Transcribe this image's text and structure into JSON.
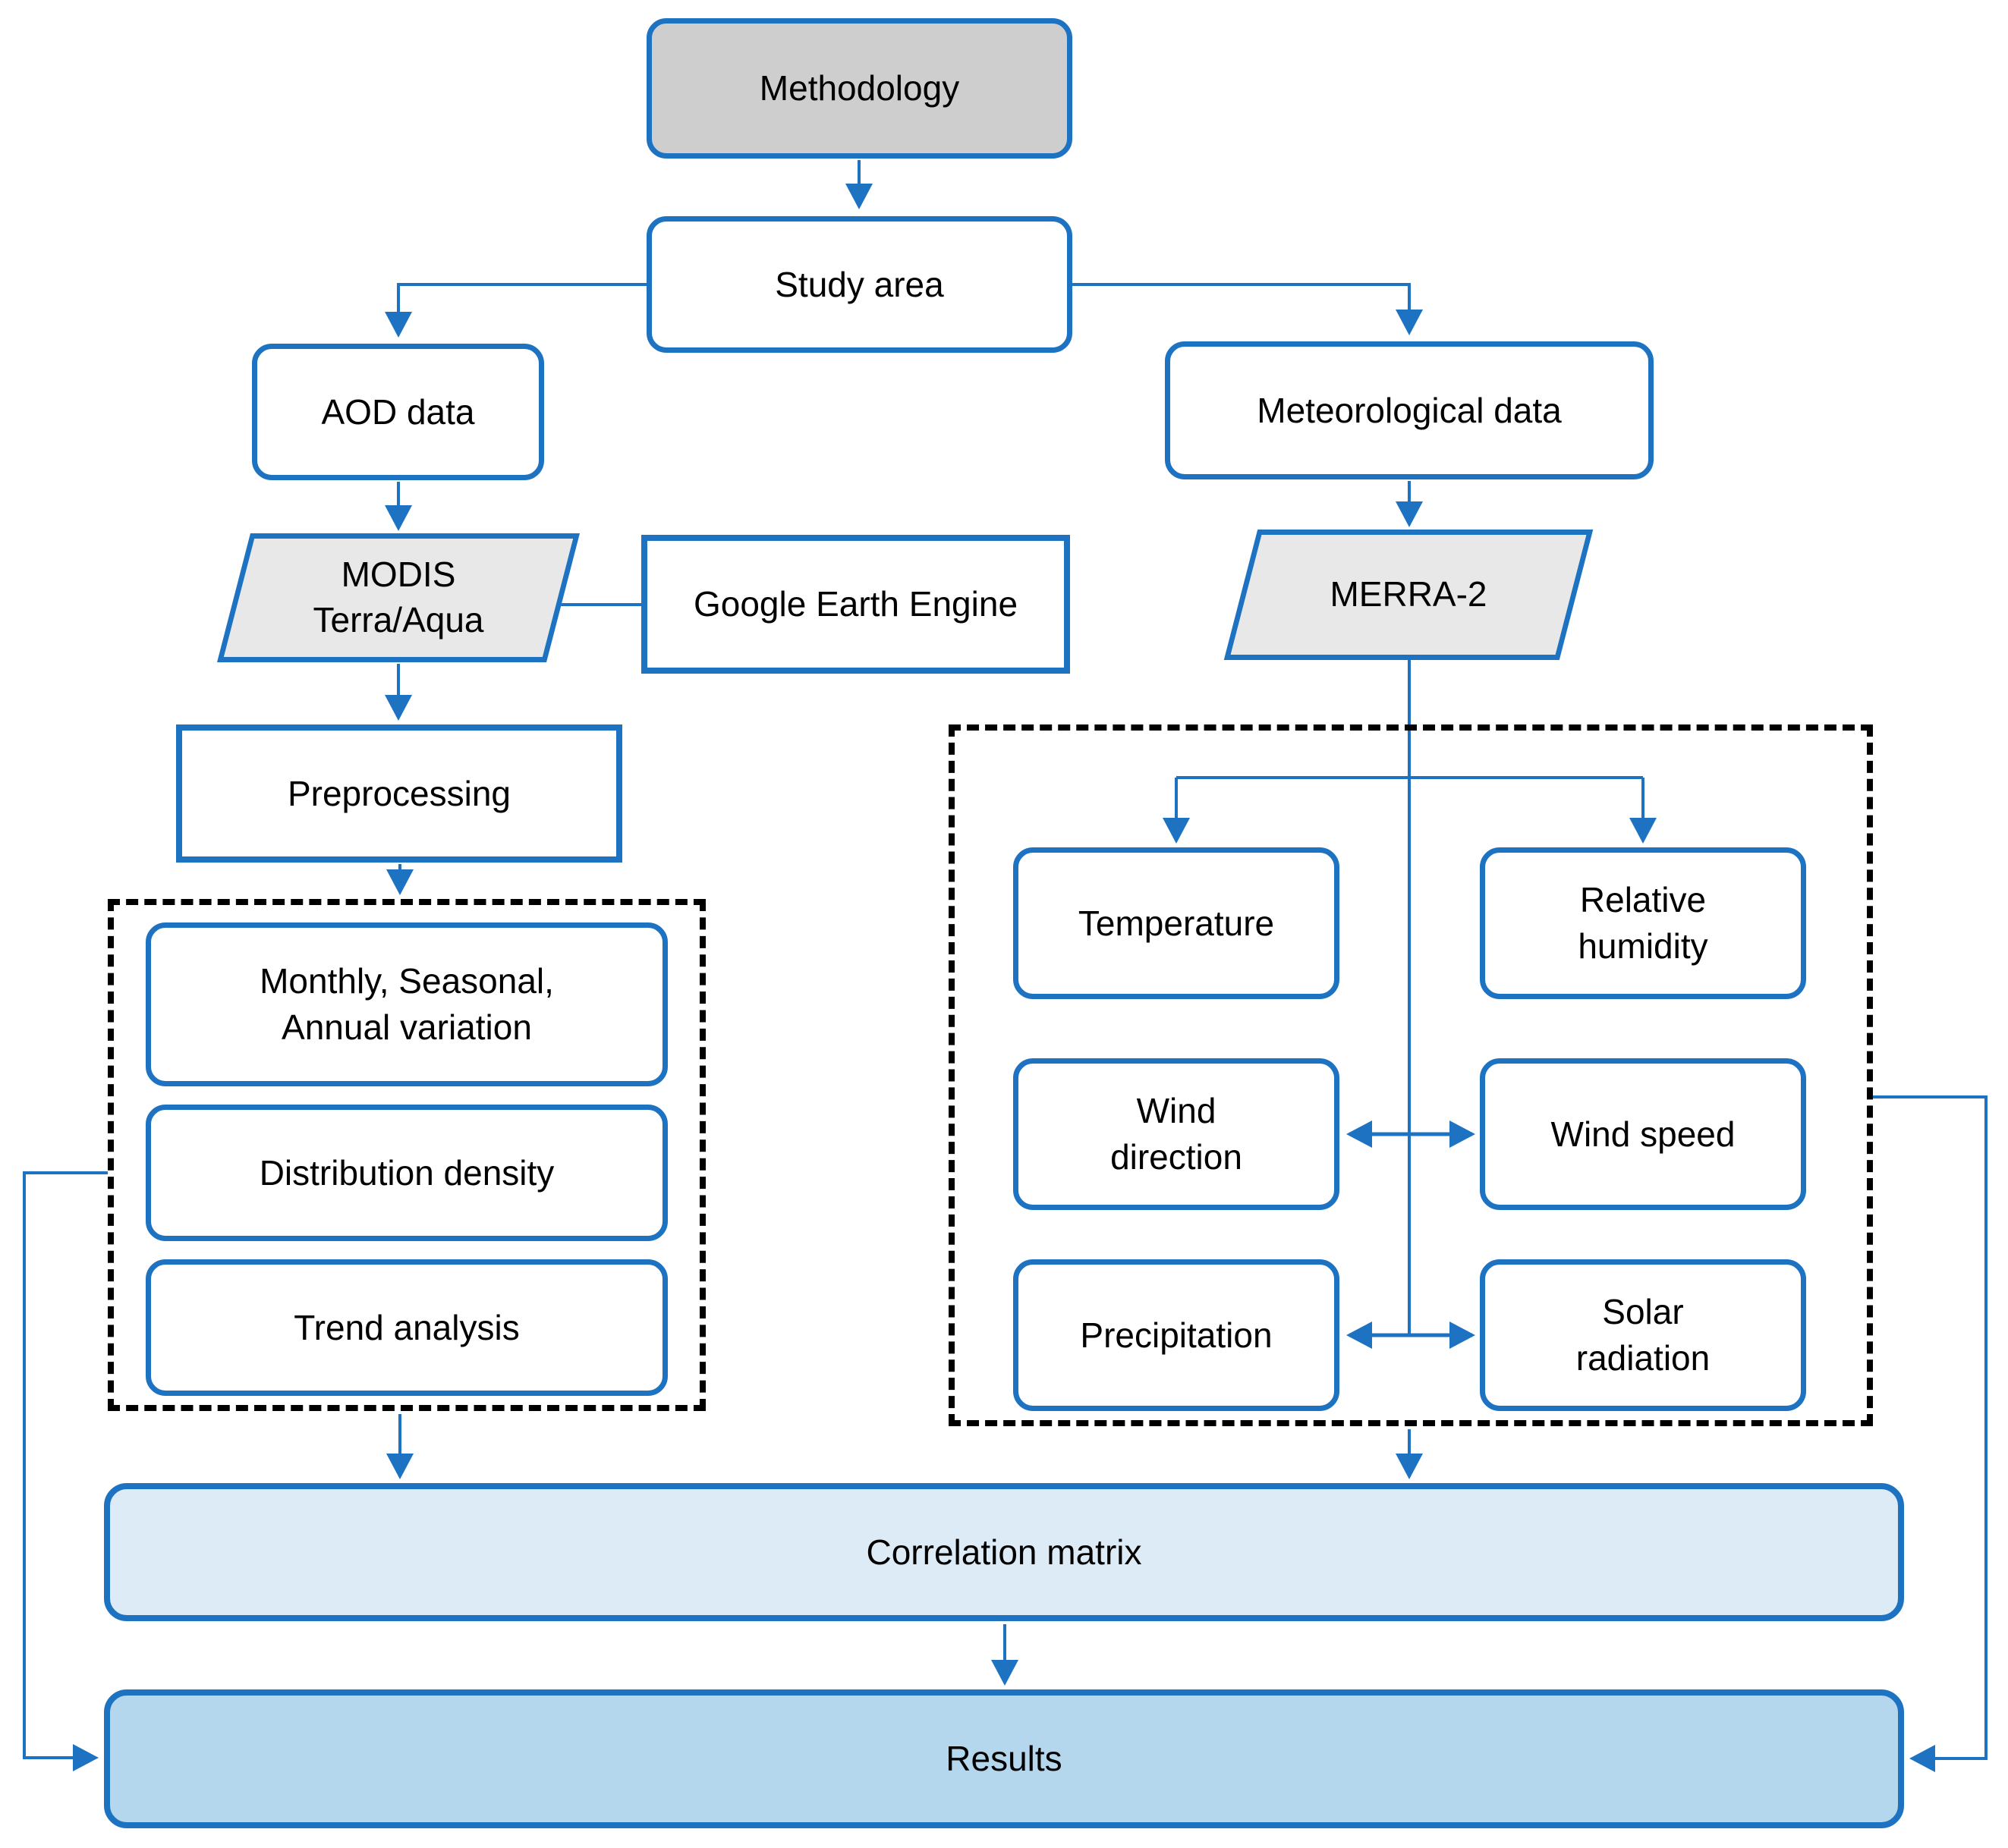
{
  "diagram": {
    "type": "flowchart",
    "nodes": {
      "methodology": {
        "label": "Methodology"
      },
      "study_area": {
        "label": "Study area"
      },
      "aod_data": {
        "label": "AOD data"
      },
      "meteorological_data": {
        "label": "Meteorological data"
      },
      "modis": {
        "line1": "MODIS",
        "line2": "Terra/Aqua"
      },
      "google_earth_engine": {
        "label": "Google Earth Engine"
      },
      "merra2": {
        "label": "MERRA-2"
      },
      "preprocessing": {
        "label": "Preprocessing"
      },
      "monthly_seasonal_annual": {
        "line1": "Monthly, Seasonal,",
        "line2": "Annual variation"
      },
      "distribution_density": {
        "label": "Distribution density"
      },
      "trend_analysis": {
        "label": "Trend analysis"
      },
      "temperature": {
        "label": "Temperature"
      },
      "relative_humidity": {
        "line1": "Relative",
        "line2": "humidity"
      },
      "wind_direction": {
        "line1": "Wind",
        "line2": "direction"
      },
      "wind_speed": {
        "label": "Wind speed"
      },
      "precipitation": {
        "label": "Precipitation"
      },
      "solar_radiation": {
        "line1": "Solar",
        "line2": "radiation"
      },
      "correlation_matrix": {
        "label": "Correlation matrix"
      },
      "results": {
        "label": "Results"
      }
    },
    "colors": {
      "accent": "#1d73c2",
      "methodology_fill": "#cecece",
      "parallelogram_fill": "#e8e8e8",
      "correlation_fill": "#ddebf7",
      "results_fill": "#b4d7ee",
      "dashed_border": "#000000",
      "background": "#ffffff"
    }
  }
}
